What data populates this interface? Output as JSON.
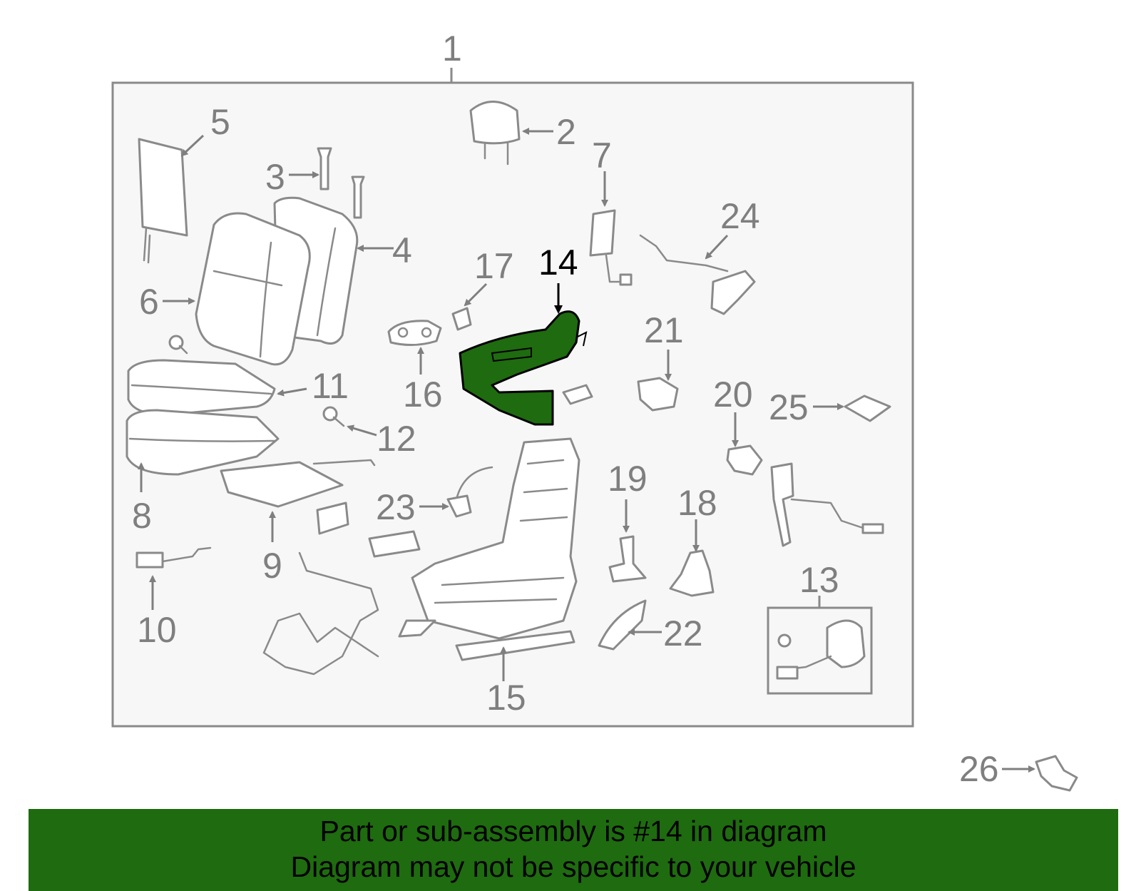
{
  "diagram": {
    "highlight_color": "#1f6b10",
    "labels": {
      "l1": "1",
      "l2": "2",
      "l3": "3",
      "l4": "4",
      "l5": "5",
      "l6": "6",
      "l7": "7",
      "l8": "8",
      "l9": "9",
      "l10": "10",
      "l11": "11",
      "l12": "12",
      "l13": "13",
      "l14": "14",
      "l15": "15",
      "l16": "16",
      "l17": "17",
      "l18": "18",
      "l19": "19",
      "l20": "20",
      "l21": "21",
      "l22": "22",
      "l23": "23",
      "l24": "24",
      "l25": "25",
      "l26": "26"
    }
  },
  "banner": {
    "line1": "Part or sub-assembly is #14 in diagram",
    "line2": "Diagram may not be specific to your vehicle",
    "background_color": "#1f6b10"
  }
}
